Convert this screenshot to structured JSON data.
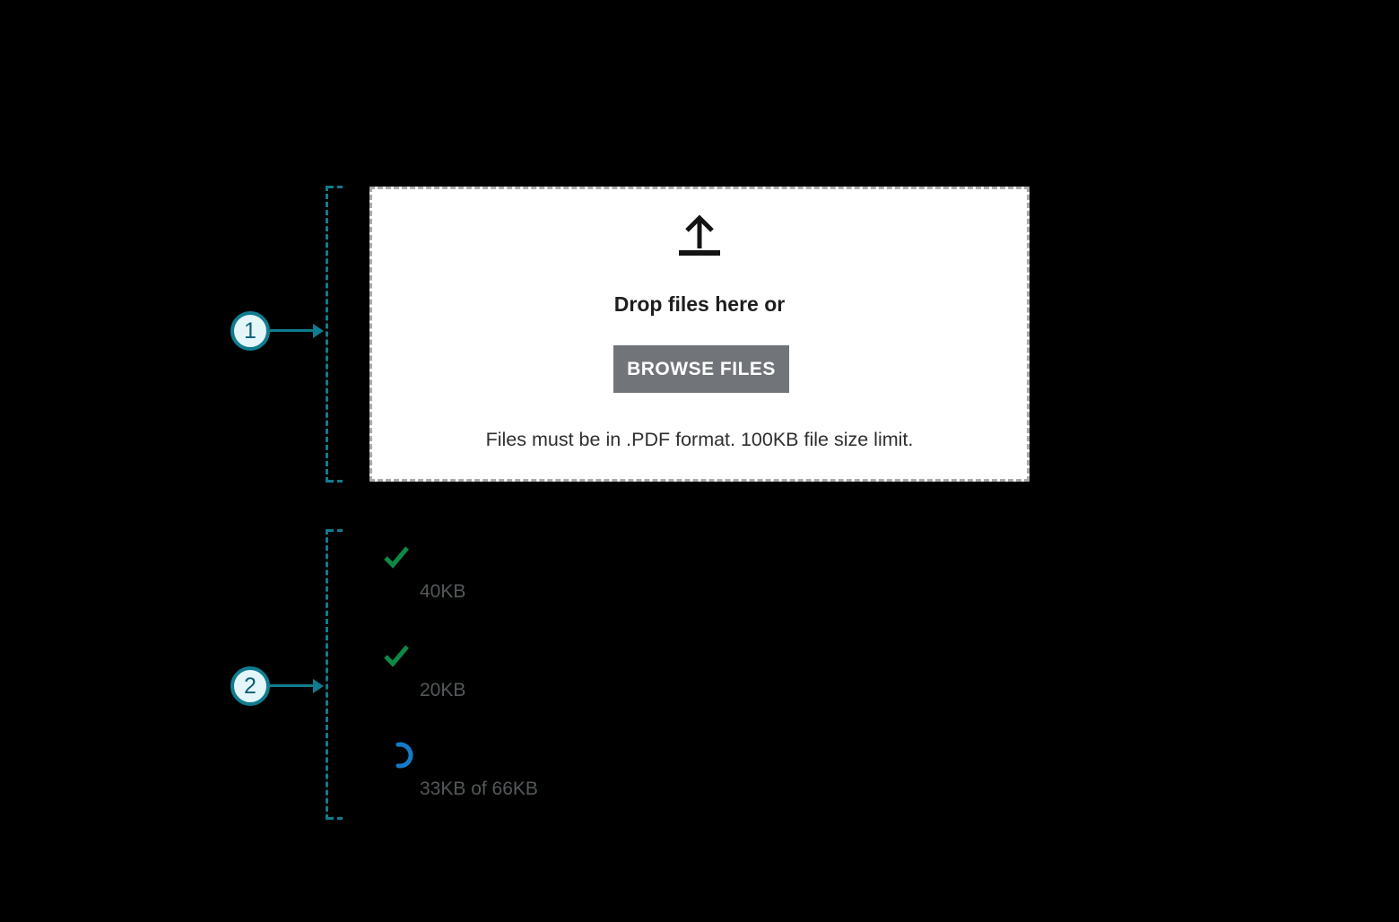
{
  "callouts": [
    {
      "number": "1"
    },
    {
      "number": "2"
    }
  ],
  "dropzone": {
    "icon": "upload-arrow-icon",
    "heading": "Drop files here or",
    "browse_button_label": "BROWSE FILES",
    "note": "Files must be in .PDF format. 100KB file size limit."
  },
  "upload_list": {
    "items": [
      {
        "icon": "check-icon",
        "status": "uploaded",
        "size_label": "40KB"
      },
      {
        "icon": "check-icon",
        "status": "uploaded",
        "size_label": "20KB"
      },
      {
        "icon": "spinner-icon",
        "status": "uploading",
        "size_label": "33KB of 66KB"
      }
    ]
  },
  "colors": {
    "annotation_teal": "#107C8F",
    "callout_fill": "#E4F6F9",
    "success_green": "#0D8A46",
    "progress_blue": "#157BC6",
    "size_text_gray": "#54585A",
    "button_gray": "#71757A",
    "dropzone_border_gray": "#A9AAAB"
  }
}
